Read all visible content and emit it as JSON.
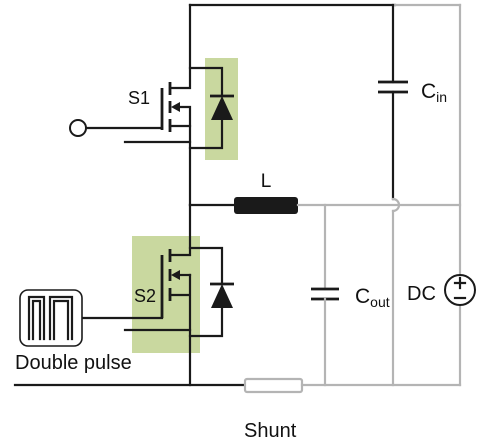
{
  "labels": {
    "s1": "S1",
    "s2": "S2",
    "inductor": "L",
    "cin_main": "C",
    "cin_sub": "in",
    "cout_main": "C",
    "cout_sub": "out",
    "dc": "DC",
    "double_pulse": "Double pulse",
    "shunt": "Shunt"
  },
  "colors": {
    "wire": "#1a1a1a",
    "wire_light": "#b4b4b4",
    "highlight": "#c9d89f"
  }
}
